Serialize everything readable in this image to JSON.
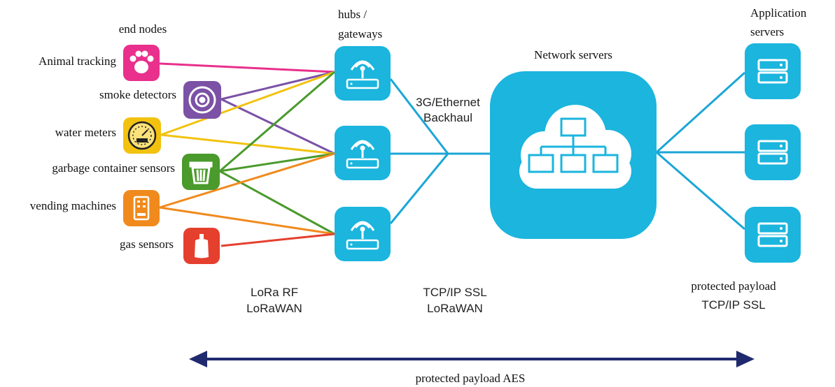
{
  "labels": {
    "end_nodes": "end nodes",
    "hubs_line1": "hubs /",
    "hubs_line2": "gateways",
    "network_servers": "Network servers",
    "app_servers_line1": "Application",
    "app_servers_line2": "servers",
    "backhaul_line1": "3G/Ethernet",
    "backhaul_line2": "Backhaul",
    "lora_rf_line1": "LoRa RF",
    "lora_rf_line2": "LoRaWAN",
    "tcp_ssl_line1": "TCP/IP SSL",
    "tcp_ssl_line2": "LoRaWAN",
    "protected_payload_line1": "protected payload",
    "protected_payload_line2": "TCP/IP SSL",
    "protected_payload_aes": "protected payload AES"
  },
  "end_nodes": [
    {
      "label": "Animal tracking",
      "icon": "paw-icon",
      "color": "#e8308c"
    },
    {
      "label": "smoke detectors",
      "icon": "smoke-detector-icon",
      "color": "#7b52a6"
    },
    {
      "label": "water meters",
      "icon": "water-meter-icon",
      "color": "#f2c20f"
    },
    {
      "label": "garbage container sensors",
      "icon": "garbage-bin-icon",
      "color": "#4a9a2c"
    },
    {
      "label": "vending machines",
      "icon": "vending-machine-icon",
      "color": "#f08a1d"
    },
    {
      "label": "gas sensors",
      "icon": "gas-sensor-icon",
      "color": "#e53f2e"
    }
  ],
  "gateways": [
    {
      "icon": "gateway-icon"
    },
    {
      "icon": "gateway-icon"
    },
    {
      "icon": "gateway-icon"
    }
  ],
  "application_servers": [
    {
      "icon": "server-icon"
    },
    {
      "icon": "server-icon"
    },
    {
      "icon": "server-icon"
    }
  ],
  "network_server_icon": "network-hierarchy-icon",
  "colors": {
    "device_blue": "#1bb5de",
    "arrow": "#1f2a6e",
    "connector": "#1ba6d6"
  }
}
